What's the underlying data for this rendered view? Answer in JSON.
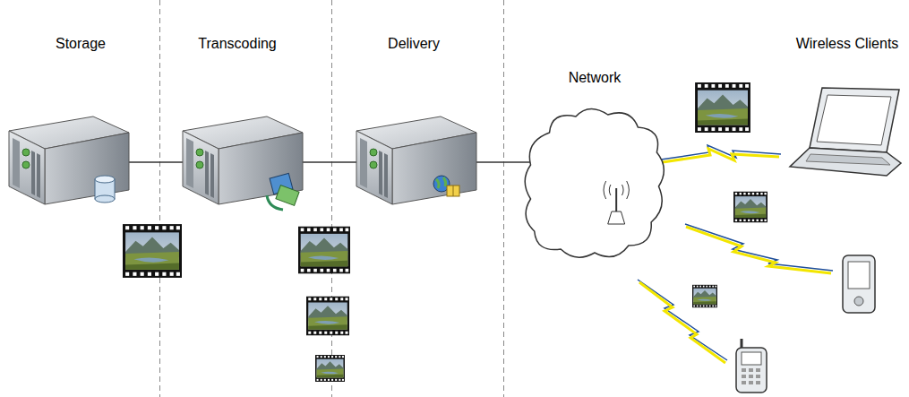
{
  "diagram": {
    "nodes": [
      {
        "text": [
          "Network"
        ]
      }
    ],
    "labels": [
      "Storage",
      "Transcoding",
      "Delivery",
      "Wireless Clients"
    ]
  }
}
